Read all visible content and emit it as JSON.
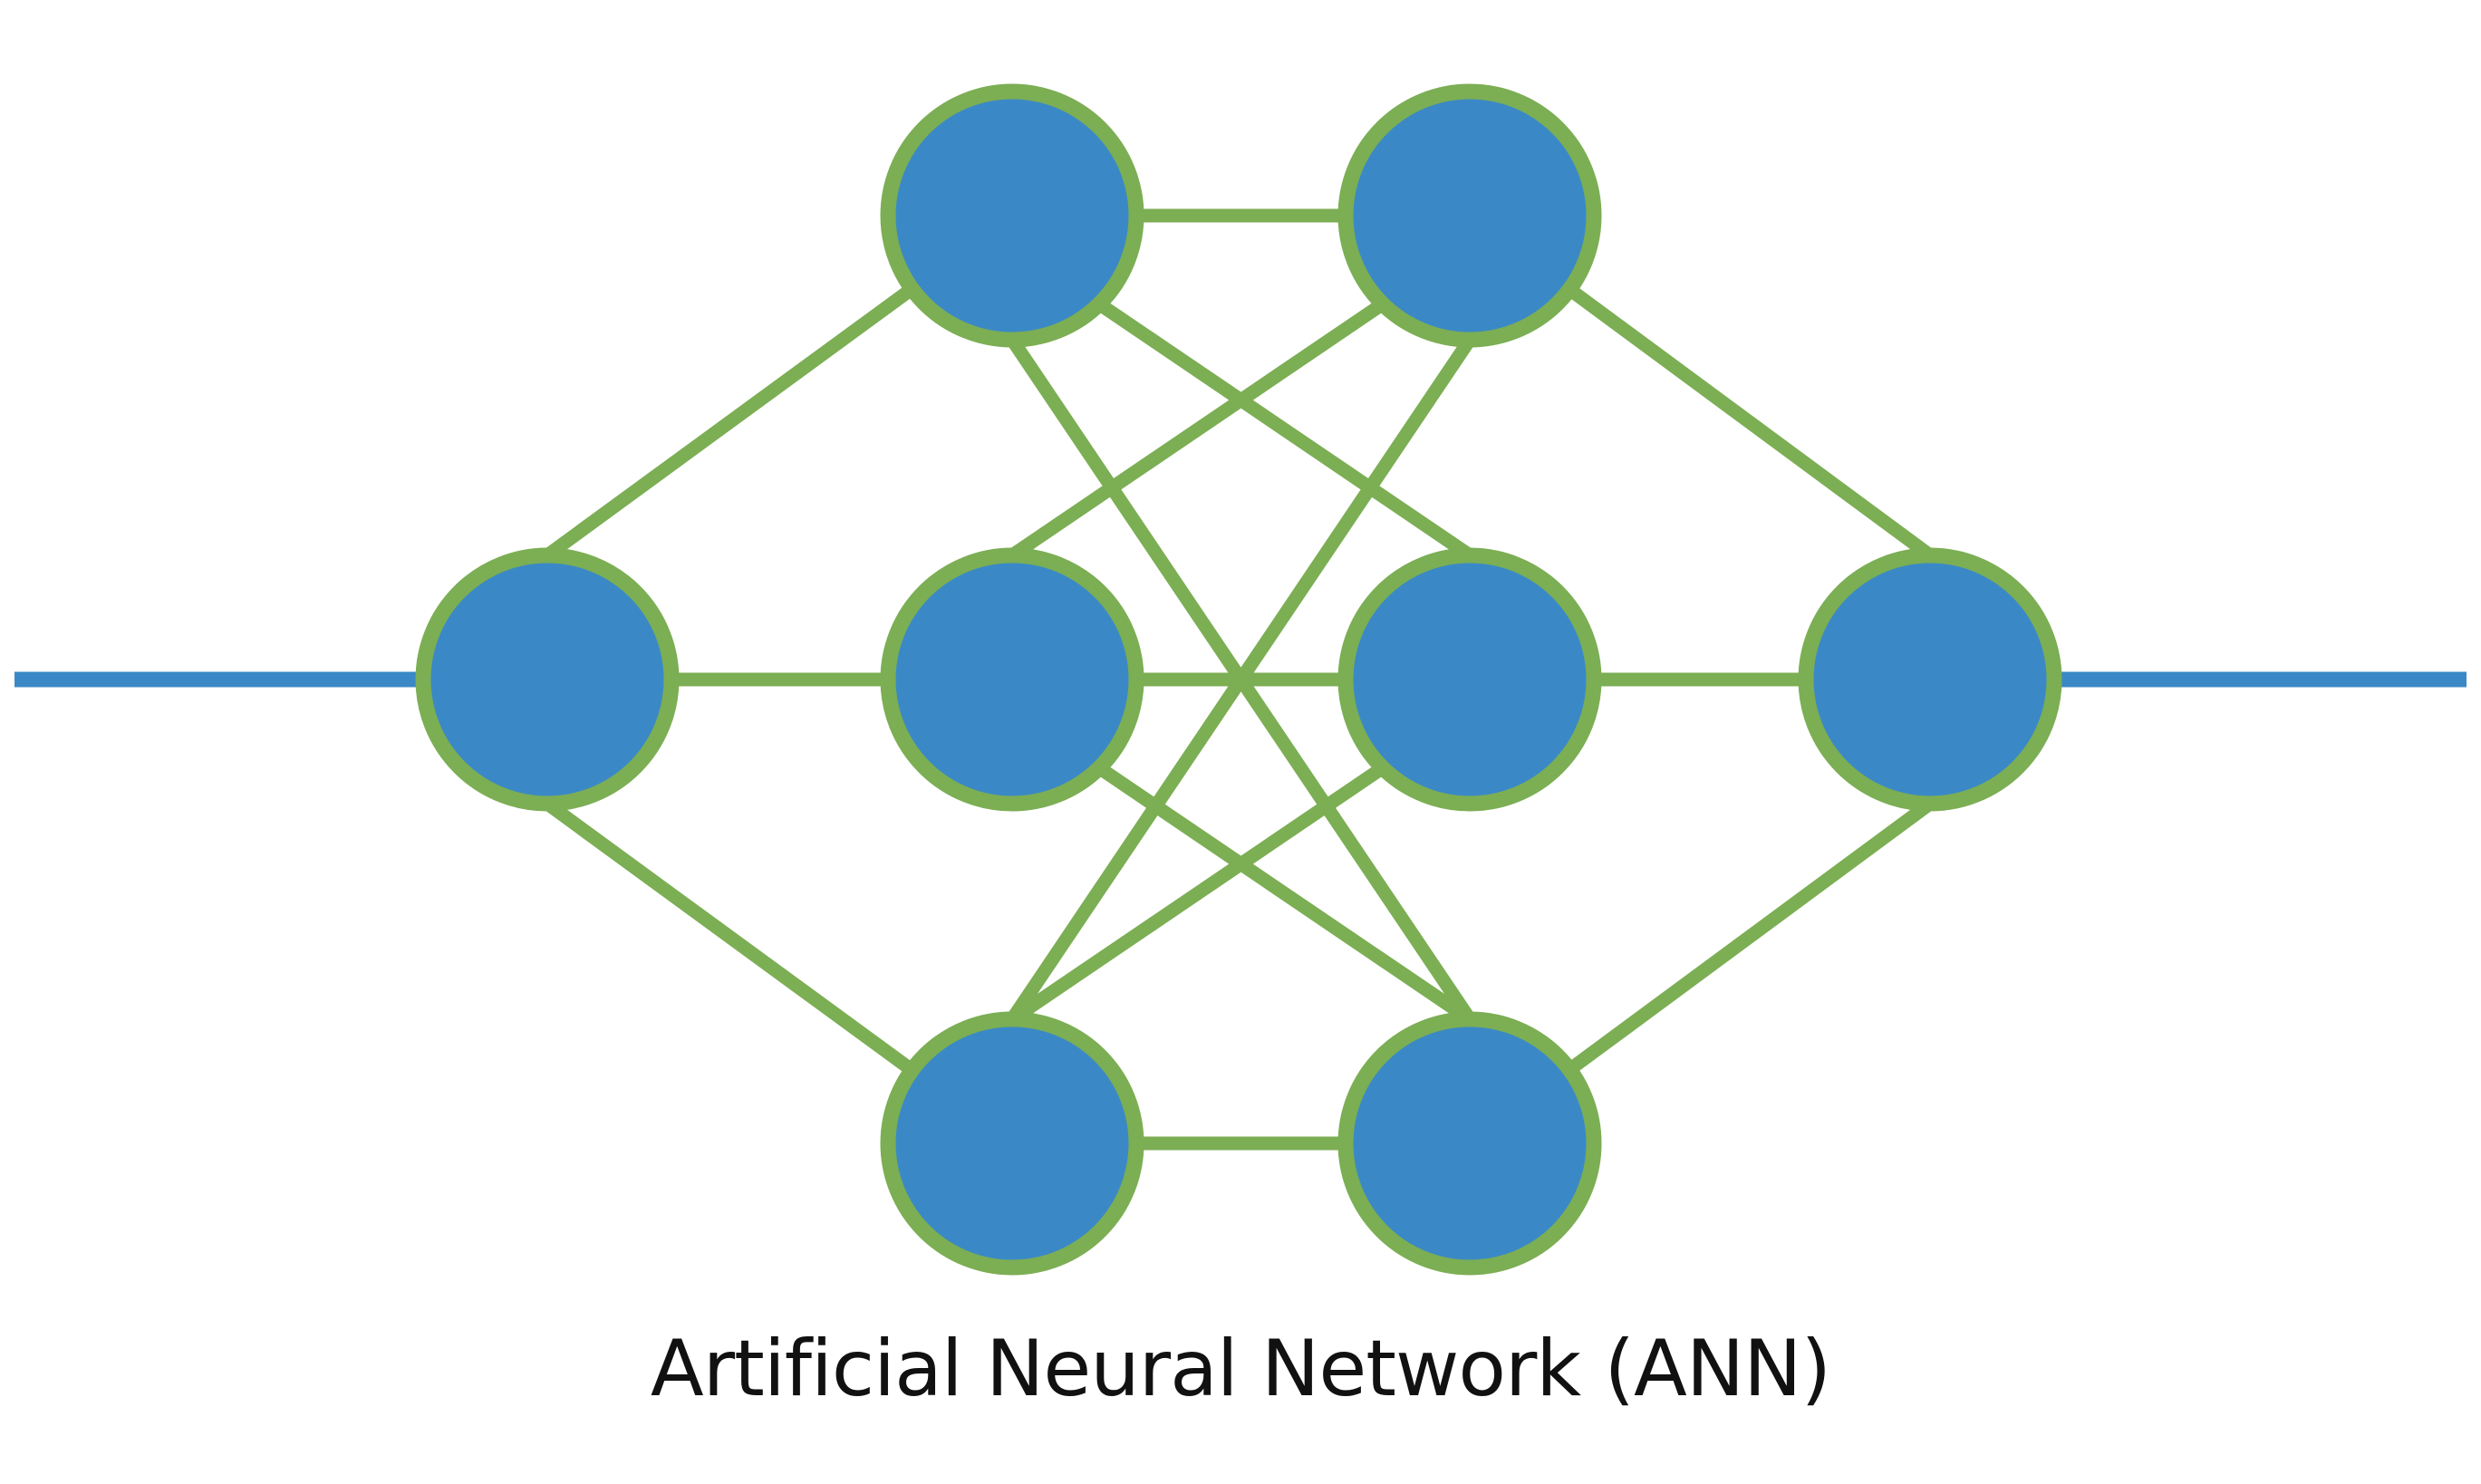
{
  "caption": "Artificial Neural Network (ANN)",
  "colors": {
    "node_fill": "#3a89c6",
    "node_stroke": "#7cae54",
    "edge": "#7cae54",
    "io_line": "#3a89c6",
    "background": "#ffffff"
  },
  "network": {
    "layers": [
      {
        "name": "input",
        "nodes": 1
      },
      {
        "name": "hidden-1",
        "nodes": 3
      },
      {
        "name": "hidden-2",
        "nodes": 3
      },
      {
        "name": "output",
        "nodes": 1
      }
    ],
    "connection_pattern": "fully-connected",
    "input_line": true,
    "output_line": true
  }
}
